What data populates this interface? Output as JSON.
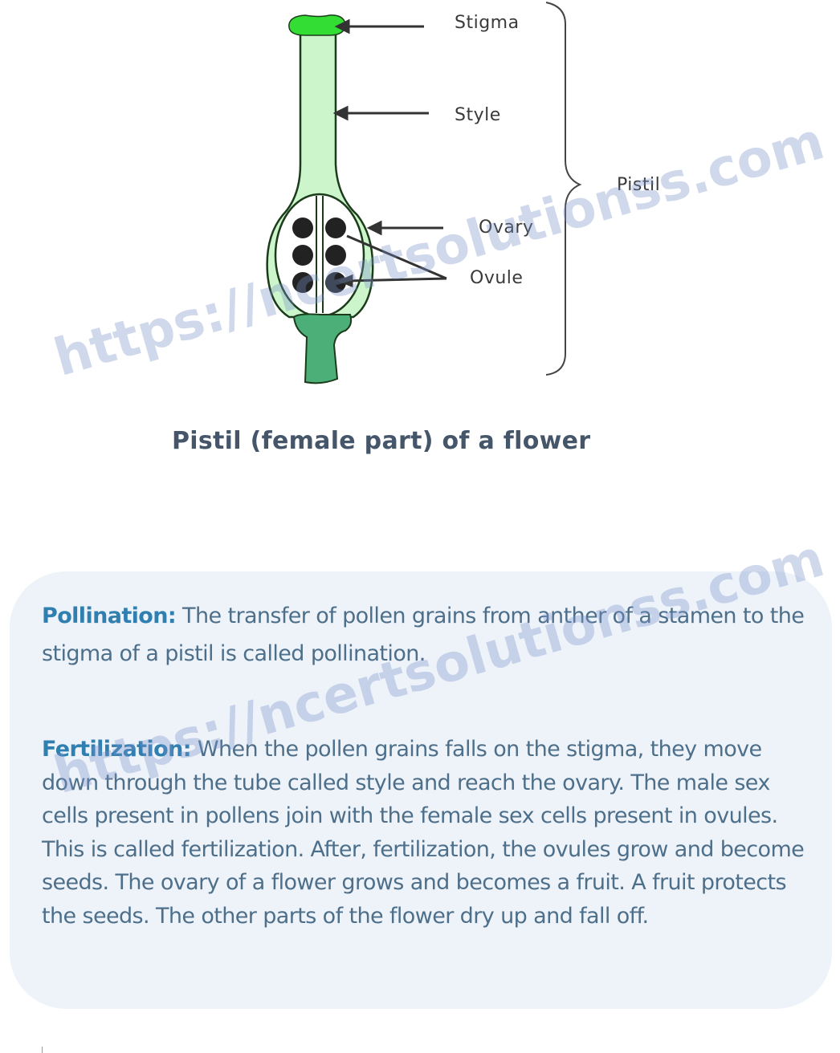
{
  "diagram": {
    "labels": {
      "stigma": "Stigma",
      "style": "Style",
      "pistil": "Pistil",
      "ovary": "Ovary",
      "ovule": "Ovule"
    },
    "caption": "Pistil (female part) of a flower",
    "colors": {
      "stigma": "#33dd33",
      "style_fill": "#ccf5cc",
      "ovary_fill": "#d8f5d8",
      "receptacle": "#4caf78",
      "ovule": "#222222"
    }
  },
  "watermark": {
    "text_top": "https://ncertsolutionss.com",
    "text_bottom": "https://ncertsolutionss.com"
  },
  "content": {
    "pollination": {
      "term": "Pollination:",
      "text": " The transfer of pollen grains from anther of a stamen to the stigma of a pistil is called pollination."
    },
    "fertilization": {
      "term": "Fertilization:",
      "text": " When the pollen grains falls on the stigma, they move down through the tube called style and reach the ovary. The male sex cells present in pollens join with the female sex cells present in ovules. This is called fertilization. After, fertilization, the ovules grow and become seeds. The ovary of a flower grows and becomes a fruit. A fruit protects the seeds. The other parts of the flower dry up and fall off."
    },
    "colors": {
      "term": "#2f7fb0",
      "body_text": "#4d6f8a",
      "card_bg": "#eef3fa"
    }
  }
}
